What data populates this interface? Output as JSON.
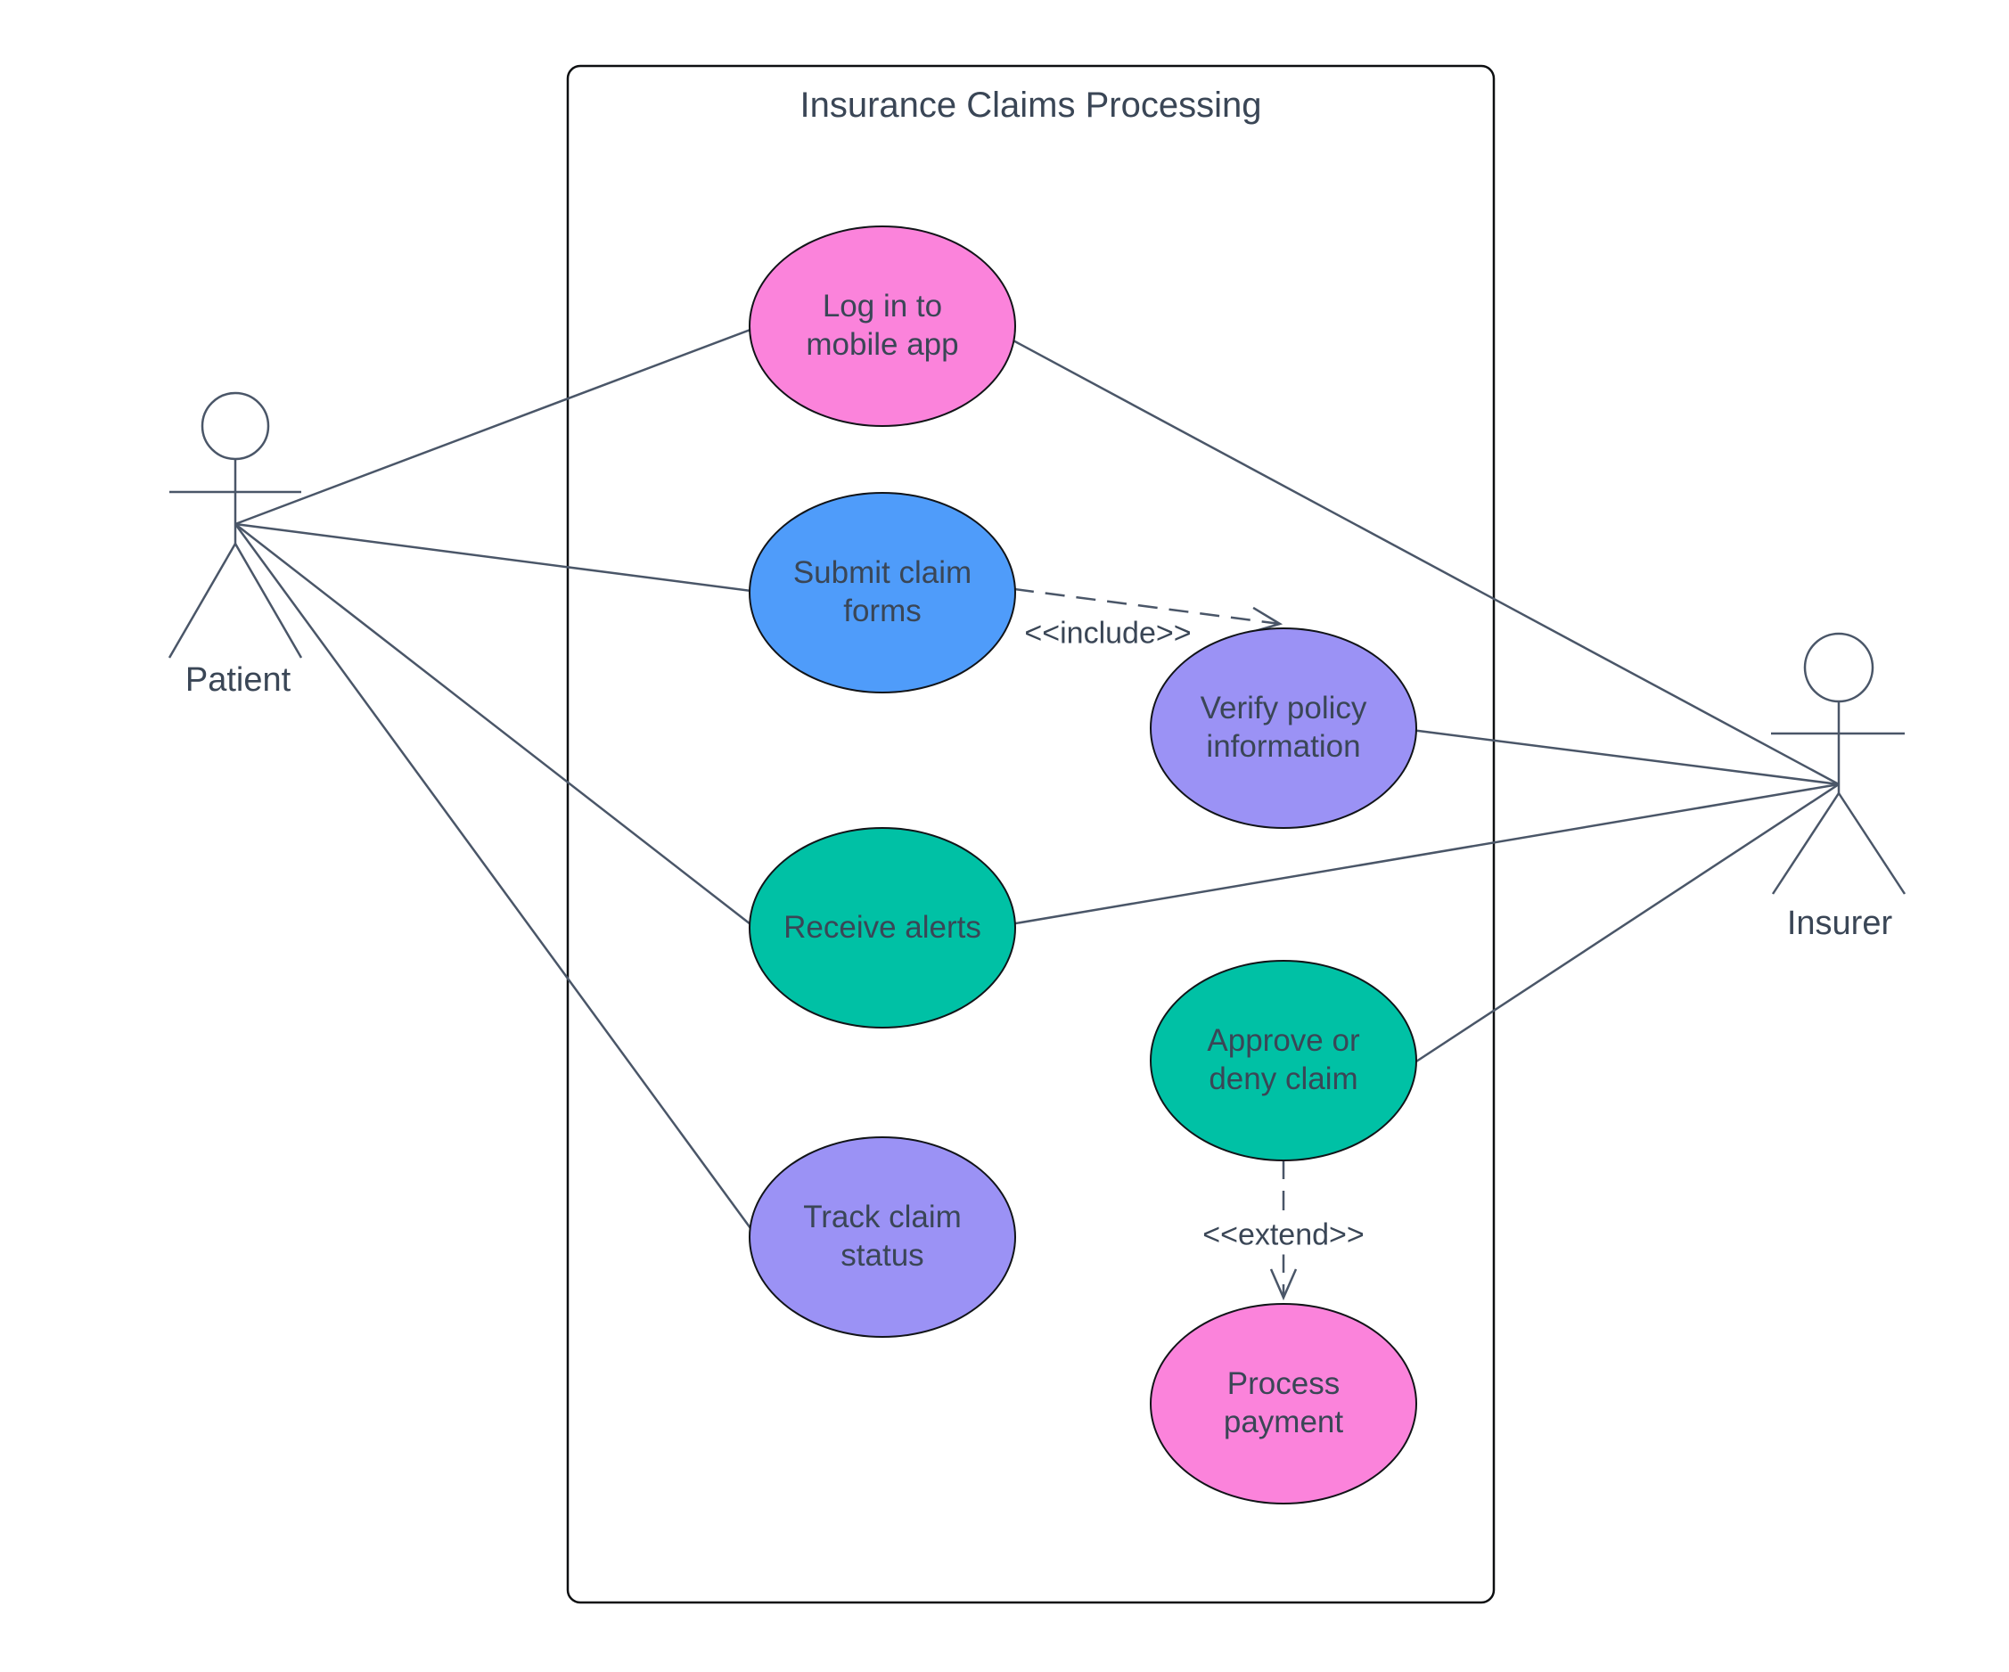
{
  "diagram": {
    "title": "Insurance Claims Processing",
    "actors": {
      "patient": {
        "label": "Patient"
      },
      "insurer": {
        "label": "Insurer"
      }
    },
    "use_cases": {
      "login": {
        "label": "Log in to\nmobile app",
        "fill": "#fb83db"
      },
      "submit": {
        "label": "Submit claim\nforms",
        "fill": "#4f9cfa"
      },
      "verify": {
        "label": "Verify policy\ninformation",
        "fill": "#9b92f5"
      },
      "alerts": {
        "label": "Receive alerts",
        "fill": "#00c1a5"
      },
      "approve": {
        "label": "Approve or\ndeny claim",
        "fill": "#00c1a5"
      },
      "track": {
        "label": "Track claim\nstatus",
        "fill": "#9b92f5"
      },
      "payment": {
        "label": "Process\npayment",
        "fill": "#fb83db"
      }
    },
    "edge_labels": {
      "include": "<<include>>",
      "extend": "<<extend>>"
    },
    "colors": {
      "line": "#4a5668",
      "text": "#3a4656",
      "boundary_stroke": "#0d0f11",
      "node_stroke": "#111418",
      "background": "#ffffff"
    }
  }
}
